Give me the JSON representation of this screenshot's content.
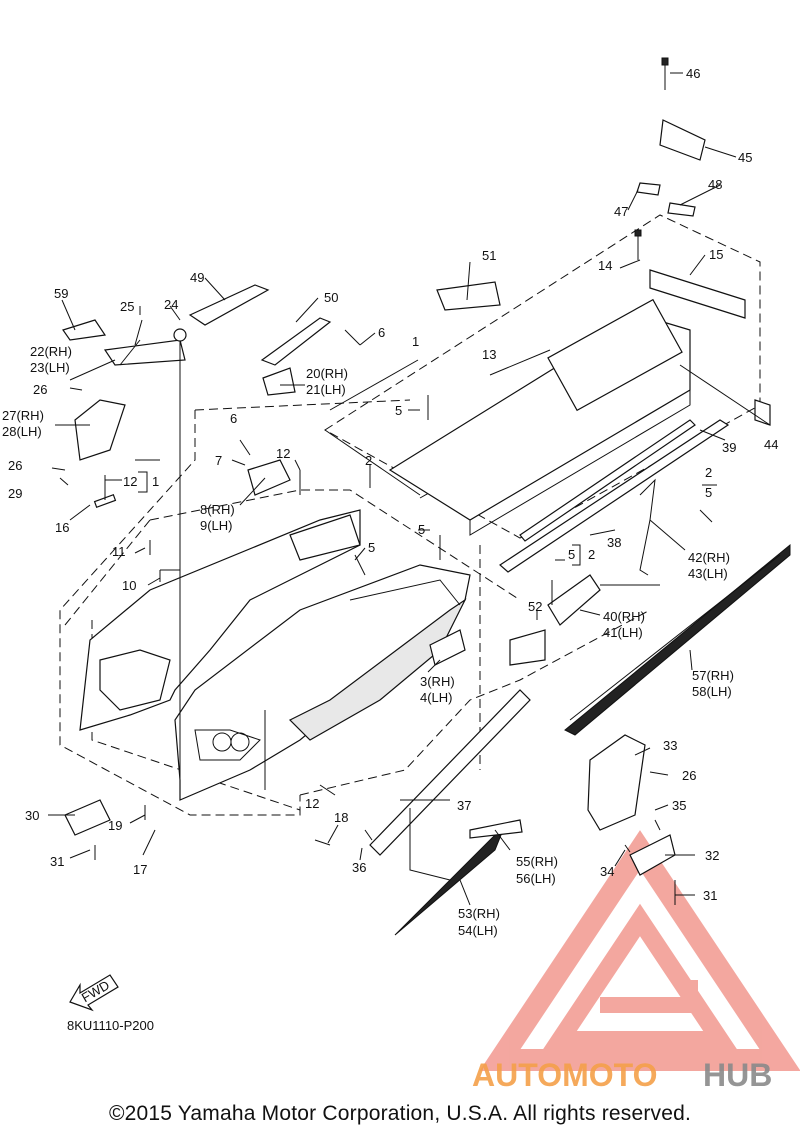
{
  "figure_code": "8KU1110-P200",
  "copyright": "©2015 Yamaha Motor Corporation, U.S.A. All rights reserved.",
  "fwd_label": "FWD",
  "watermark": {
    "word_a": "AUTOMOTO",
    "word_b": "HUB",
    "color_a": "#f5a04a",
    "color_b": "#8a8a8a",
    "logo_color": "#f08a80"
  },
  "callouts": {
    "c46": "46",
    "c45": "45",
    "c48": "48",
    "c47": "47",
    "c14": "14",
    "c15": "15",
    "c51": "51",
    "c49": "49",
    "c50": "50",
    "c59": "59",
    "c25": "25",
    "c24": "24",
    "c6a": "6",
    "c6b": "6",
    "c1a": "1",
    "c1b": "1",
    "c22": "22(RH)",
    "c23": "23(LH)",
    "c20": "20(RH)",
    "c21": "21(LH)",
    "c13": "13",
    "c26a": "26",
    "c26b": "26",
    "c26c": "26",
    "c27": "27(RH)",
    "c28": "28(LH)",
    "c5a": "5",
    "c5b": "5",
    "c5c": "5",
    "c5d": "5",
    "c5e": "5",
    "c44": "44",
    "c39": "39",
    "c7": "7",
    "c12a": "12",
    "c12b": "12",
    "c12c": "12",
    "c2a": "2",
    "c2b": "2",
    "c2c": "2",
    "c29": "29",
    "c8": "8(RH)",
    "c9": "9(LH)",
    "c16": "16",
    "c11": "11",
    "c10": "10",
    "c38": "38",
    "c42": "42(RH)",
    "c43": "43(LH)",
    "c52": "52",
    "c40": "40(RH)",
    "c41": "41(LH)",
    "c3": "3(RH)",
    "c4": "4(LH)",
    "c57": "57(RH)",
    "c58": "58(LH)",
    "c33": "33",
    "c30": "30",
    "c19": "19",
    "c37": "37",
    "c35": "35",
    "c18": "18",
    "c31a": "31",
    "c31b": "31",
    "c17": "17",
    "c36": "36",
    "c55": "55(RH)",
    "c56": "56(LH)",
    "c32": "32",
    "c34": "34",
    "c53": "53(RH)",
    "c54": "54(LH)"
  }
}
